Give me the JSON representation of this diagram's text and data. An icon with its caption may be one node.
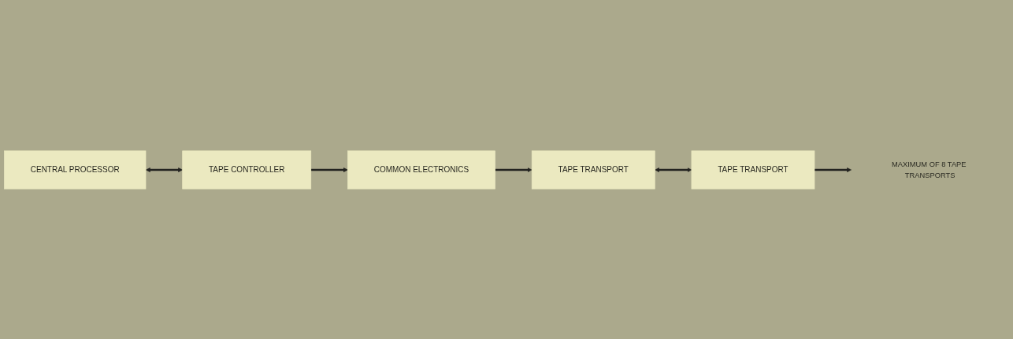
{
  "diagram": {
    "nodes": [
      {
        "text": [
          "CENTRAL PROCESSOR"
        ]
      },
      {
        "text": [
          "TAPE CONTROLLER"
        ]
      },
      {
        "text": [
          "COMMON ELECTRONICS"
        ]
      },
      {
        "text": [
          "TAPE TRANSPORT"
        ]
      },
      {
        "text": [
          "TAPE TRANSPORT"
        ]
      },
      {
        "text": [
          "MAXIMUM OF 8 TAPE TRANSPORTS"
        ]
      }
    ],
    "edges": [
      {
        "from": 0,
        "to": 1,
        "arrow": "both"
      },
      {
        "from": 1,
        "to": 2,
        "arrow": "to"
      },
      {
        "from": 2,
        "to": 3,
        "arrow": "to"
      },
      {
        "from": 3,
        "to": 4,
        "arrow": "both"
      },
      {
        "from": 4,
        "to": 5,
        "arrow": "to"
      }
    ]
  }
}
